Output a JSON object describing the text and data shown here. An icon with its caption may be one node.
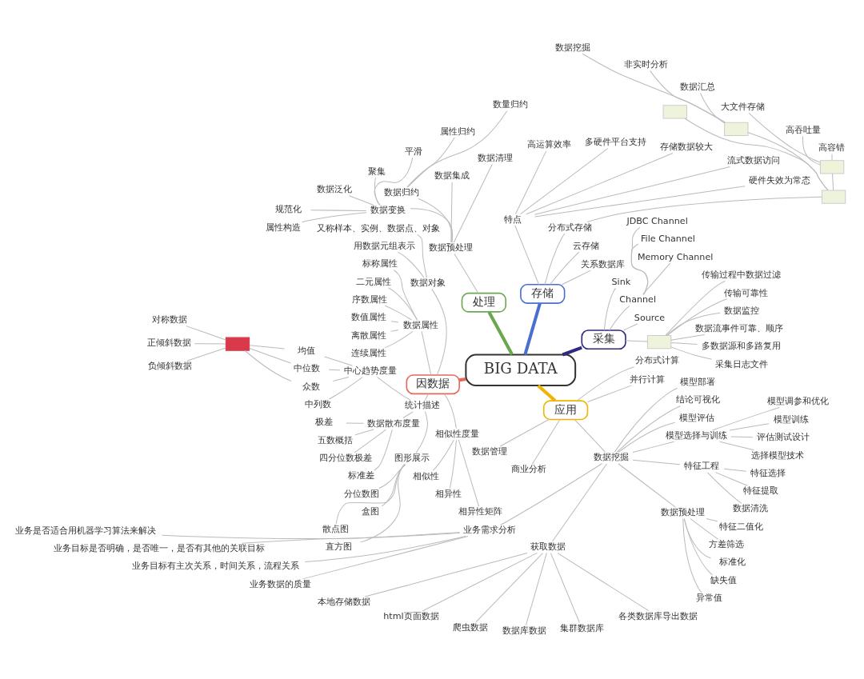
{
  "diagram": {
    "nodes": [
      {
        "text": [
          "BIG DATA"
        ]
      },
      {
        "text": [
          "采集"
        ]
      },
      {
        "text": [],
        "shape": "box"
      },
      {
        "text": [
          "采集日志文件"
        ]
      },
      {
        "text": [
          "多数据源和多路复用"
        ]
      },
      {
        "text": [
          "数据流事件可靠、顺序"
        ]
      },
      {
        "text": [
          "数据监控"
        ]
      },
      {
        "text": [
          "传输可靠性"
        ]
      },
      {
        "text": [
          "传输过程中数据过滤"
        ]
      },
      {
        "text": [
          "Source"
        ]
      },
      {
        "text": [
          "Channel"
        ]
      },
      {
        "text": [
          "Memory Channel"
        ]
      },
      {
        "text": [
          "File Channel"
        ]
      },
      {
        "text": [
          "JDBC Channel"
        ]
      },
      {
        "text": [
          "Sink"
        ]
      },
      {
        "text": [
          "存储"
        ]
      },
      {
        "text": [
          "关系数据库"
        ]
      },
      {
        "text": [
          "云存储"
        ]
      },
      {
        "text": [
          "分布式存储"
        ]
      },
      {
        "text": [],
        "shape": "box"
      },
      {
        "text": [],
        "shape": "box"
      },
      {
        "text": [
          "高容错"
        ]
      },
      {
        "text": [
          "高吞吐量"
        ]
      },
      {
        "text": [
          "大文件存储"
        ]
      },
      {
        "text": [],
        "shape": "box"
      },
      {
        "text": [
          "数据汇总"
        ]
      },
      {
        "text": [
          "非实时分析"
        ]
      },
      {
        "text": [
          "数据挖掘"
        ]
      },
      {
        "text": [],
        "shape": "box"
      },
      {
        "text": [
          "特点"
        ]
      },
      {
        "text": [
          "硬件失效为常态"
        ]
      },
      {
        "text": [
          "流式数据访问"
        ]
      },
      {
        "text": [
          "存储数据较大"
        ]
      },
      {
        "text": [
          "多硬件平台支持"
        ]
      },
      {
        "text": [
          "高运算效率"
        ]
      },
      {
        "text": [
          "处理"
        ]
      },
      {
        "text": [
          "数据预处理"
        ]
      },
      {
        "text": [
          "数据清理"
        ]
      },
      {
        "text": [
          "数据集成"
        ]
      },
      {
        "text": [
          "数据归约"
        ]
      },
      {
        "text": [
          "数量归约"
        ]
      },
      {
        "text": [
          "属性归约"
        ]
      },
      {
        "text": [
          "平滑"
        ]
      },
      {
        "text": [
          "聚集"
        ]
      },
      {
        "text": [
          "数据泛化"
        ]
      },
      {
        "text": [
          "规范化"
        ]
      },
      {
        "text": [
          "属性构造"
        ]
      },
      {
        "text": [
          "数据变换"
        ]
      },
      {
        "text": [
          "因数据"
        ]
      },
      {
        "text": [
          "数据对象"
        ]
      },
      {
        "text": [
          "又称样本、实例、数据点、对象"
        ]
      },
      {
        "text": [
          "用数据元组表示"
        ]
      },
      {
        "text": [
          "数据属性"
        ]
      },
      {
        "text": [
          "标称属性"
        ]
      },
      {
        "text": [
          "二元属性"
        ]
      },
      {
        "text": [
          "序数属性"
        ]
      },
      {
        "text": [
          "数值属性"
        ]
      },
      {
        "text": [
          "离散属性"
        ]
      },
      {
        "text": [
          "连续属性"
        ]
      },
      {
        "text": [
          "统计描述"
        ]
      },
      {
        "text": [
          "中心趋势度量"
        ]
      },
      {
        "text": [
          "均值"
        ]
      },
      {
        "text": [
          "中位数"
        ]
      },
      {
        "text": [
          "众数"
        ]
      },
      {
        "text": [
          "中列数"
        ]
      },
      {
        "text": [
          "数据散布度量"
        ]
      },
      {
        "text": [
          "极差"
        ]
      },
      {
        "text": [
          "五数概括"
        ]
      },
      {
        "text": [
          "四分位数极差"
        ]
      },
      {
        "text": [
          "标准差"
        ]
      },
      {
        "text": [
          "图形展示"
        ]
      },
      {
        "text": [
          "分位数图"
        ]
      },
      {
        "text": [
          "盒图"
        ]
      },
      {
        "text": [
          "散点图"
        ]
      },
      {
        "text": [
          "直方图"
        ]
      },
      {
        "text": [],
        "shape": "box"
      },
      {
        "text": [
          "对称数据"
        ]
      },
      {
        "text": [
          "正倾斜数据"
        ]
      },
      {
        "text": [
          "负倾斜数据"
        ]
      },
      {
        "text": [
          "相似性度量"
        ]
      },
      {
        "text": [
          "相似性"
        ]
      },
      {
        "text": [
          "相异性"
        ]
      },
      {
        "text": [
          "相异性矩阵"
        ]
      },
      {
        "text": [
          "应用"
        ]
      },
      {
        "text": [
          "数据管理"
        ]
      },
      {
        "text": [
          "商业分析"
        ]
      },
      {
        "text": [
          "数据挖掘"
        ]
      },
      {
        "text": [
          "业务需求分析"
        ]
      },
      {
        "text": [
          "业务是否适合用机器学习算法来解决"
        ]
      },
      {
        "text": [
          "业务目标是否明确，是否唯一，是否有其他的关联目标"
        ]
      },
      {
        "text": [
          "业务目标有主次关系，时间关系，流程关系"
        ]
      },
      {
        "text": [
          "业务数据的质量"
        ]
      },
      {
        "text": [
          "获取数据"
        ]
      },
      {
        "text": [
          "本地存储数据"
        ]
      },
      {
        "text": [
          "html页面数据"
        ]
      },
      {
        "text": [
          "爬虫数据"
        ]
      },
      {
        "text": [
          "数据库数据"
        ]
      },
      {
        "text": [
          "集群数据库"
        ]
      },
      {
        "text": [
          "各类数据库导出数据"
        ]
      },
      {
        "text": [
          "数据预处理"
        ]
      },
      {
        "text": [
          "异常值"
        ]
      },
      {
        "text": [
          "缺失值"
        ]
      },
      {
        "text": [
          "标准化"
        ]
      },
      {
        "text": [
          "方差筛选"
        ]
      },
      {
        "text": [
          "特征二值化"
        ]
      },
      {
        "text": [
          "特征工程"
        ]
      },
      {
        "text": [
          "数据清洗"
        ]
      },
      {
        "text": [
          "特征提取"
        ]
      },
      {
        "text": [
          "特征选择"
        ]
      },
      {
        "text": [
          "模型选择与训练"
        ]
      },
      {
        "text": [
          "选择模型技术"
        ]
      },
      {
        "text": [
          "评估测试设计"
        ]
      },
      {
        "text": [
          "模型训练"
        ]
      },
      {
        "text": [
          "模型调参和优化"
        ]
      },
      {
        "text": [
          "模型评估"
        ]
      },
      {
        "text": [
          "结论可视化"
        ]
      },
      {
        "text": [
          "模型部署"
        ]
      },
      {
        "text": [
          "并行计算"
        ]
      },
      {
        "text": [
          "分布式计算"
        ]
      }
    ],
    "edges": [
      {
        "from": 0,
        "to": 1,
        "arrow": "none",
        "style": "thick",
        "color": "#2e2a7e"
      },
      {
        "from": 0,
        "to": 15,
        "arrow": "none",
        "style": "thick",
        "color": "#4a6fd0"
      },
      {
        "from": 0,
        "to": 35,
        "arrow": "none",
        "style": "thick",
        "color": "#6aa84f"
      },
      {
        "from": 0,
        "to": 48,
        "arrow": "none",
        "style": "thick",
        "color": "#e8675a"
      },
      {
        "from": 0,
        "to": 83,
        "arrow": "none",
        "style": "thick",
        "color": "#f0b400"
      },
      {
        "from": 1,
        "to": 2,
        "arrow": "none"
      },
      {
        "from": 2,
        "to": 3,
        "arrow": "none"
      },
      {
        "from": 2,
        "to": 4,
        "arrow": "none"
      },
      {
        "from": 2,
        "to": 5,
        "arrow": "none"
      },
      {
        "from": 2,
        "to": 6,
        "arrow": "none"
      },
      {
        "from": 2,
        "to": 7,
        "arrow": "none"
      },
      {
        "from": 2,
        "to": 8,
        "arrow": "none"
      },
      {
        "from": 1,
        "to": 9,
        "arrow": "none"
      },
      {
        "from": 1,
        "to": 10,
        "arrow": "none"
      },
      {
        "from": 10,
        "to": 11,
        "arrow": "none"
      },
      {
        "from": 10,
        "to": 12,
        "arrow": "none"
      },
      {
        "from": 10,
        "to": 13,
        "arrow": "none"
      },
      {
        "from": 1,
        "to": 14,
        "arrow": "none"
      },
      {
        "from": 15,
        "to": 16,
        "arrow": "none"
      },
      {
        "from": 15,
        "to": 17,
        "arrow": "none"
      },
      {
        "from": 15,
        "to": 18,
        "arrow": "none"
      },
      {
        "from": 18,
        "to": 19,
        "arrow": "none"
      },
      {
        "from": 19,
        "to": 20,
        "arrow": "none"
      },
      {
        "from": 20,
        "to": 21,
        "arrow": "none"
      },
      {
        "from": 20,
        "to": 22,
        "arrow": "none"
      },
      {
        "from": 20,
        "to": 23,
        "arrow": "none"
      },
      {
        "from": 19,
        "to": 24,
        "arrow": "none"
      },
      {
        "from": 24,
        "to": 25,
        "arrow": "none"
      },
      {
        "from": 24,
        "to": 26,
        "arrow": "none"
      },
      {
        "from": 24,
        "to": 27,
        "arrow": "none"
      },
      {
        "from": 19,
        "to": 28,
        "arrow": "none"
      },
      {
        "from": 15,
        "to": 29,
        "arrow": "none"
      },
      {
        "from": 29,
        "to": 30,
        "arrow": "none"
      },
      {
        "from": 29,
        "to": 31,
        "arrow": "none"
      },
      {
        "from": 29,
        "to": 32,
        "arrow": "none"
      },
      {
        "from": 29,
        "to": 33,
        "arrow": "none"
      },
      {
        "from": 29,
        "to": 34,
        "arrow": "none"
      },
      {
        "from": 35,
        "to": 36,
        "arrow": "none"
      },
      {
        "from": 36,
        "to": 37,
        "arrow": "none"
      },
      {
        "from": 36,
        "to": 38,
        "arrow": "none"
      },
      {
        "from": 36,
        "to": 39,
        "arrow": "none"
      },
      {
        "from": 39,
        "to": 40,
        "arrow": "none"
      },
      {
        "from": 39,
        "to": 41,
        "arrow": "none"
      },
      {
        "from": 36,
        "to": 47,
        "arrow": "none"
      },
      {
        "from": 47,
        "to": 42,
        "arrow": "none"
      },
      {
        "from": 47,
        "to": 43,
        "arrow": "none"
      },
      {
        "from": 47,
        "to": 44,
        "arrow": "none"
      },
      {
        "from": 47,
        "to": 45,
        "arrow": "none"
      },
      {
        "from": 47,
        "to": 46,
        "arrow": "none"
      },
      {
        "from": 48,
        "to": 49,
        "arrow": "none"
      },
      {
        "from": 49,
        "to": 50,
        "arrow": "none"
      },
      {
        "from": 49,
        "to": 51,
        "arrow": "none"
      },
      {
        "from": 48,
        "to": 52,
        "arrow": "none"
      },
      {
        "from": 52,
        "to": 53,
        "arrow": "none"
      },
      {
        "from": 52,
        "to": 54,
        "arrow": "none"
      },
      {
        "from": 52,
        "to": 55,
        "arrow": "none"
      },
      {
        "from": 52,
        "to": 56,
        "arrow": "none"
      },
      {
        "from": 52,
        "to": 57,
        "arrow": "none"
      },
      {
        "from": 52,
        "to": 58,
        "arrow": "none"
      },
      {
        "from": 48,
        "to": 59,
        "arrow": "none"
      },
      {
        "from": 59,
        "to": 60,
        "arrow": "none"
      },
      {
        "from": 60,
        "to": 61,
        "arrow": "none"
      },
      {
        "from": 60,
        "to": 62,
        "arrow": "none"
      },
      {
        "from": 60,
        "to": 63,
        "arrow": "none"
      },
      {
        "from": 60,
        "to": 64,
        "arrow": "none"
      },
      {
        "from": 59,
        "to": 65,
        "arrow": "none"
      },
      {
        "from": 65,
        "to": 66,
        "arrow": "none"
      },
      {
        "from": 65,
        "to": 67,
        "arrow": "none"
      },
      {
        "from": 65,
        "to": 68,
        "arrow": "none"
      },
      {
        "from": 65,
        "to": 69,
        "arrow": "none"
      },
      {
        "from": 59,
        "to": 70,
        "arrow": "none"
      },
      {
        "from": 70,
        "to": 71,
        "arrow": "none"
      },
      {
        "from": 70,
        "to": 72,
        "arrow": "none"
      },
      {
        "from": 70,
        "to": 73,
        "arrow": "none"
      },
      {
        "from": 70,
        "to": 74,
        "arrow": "none"
      },
      {
        "from": 61,
        "to": 75,
        "arrow": "none"
      },
      {
        "from": 62,
        "to": 75,
        "arrow": "none"
      },
      {
        "from": 63,
        "to": 75,
        "arrow": "none"
      },
      {
        "from": 75,
        "to": 76,
        "arrow": "none"
      },
      {
        "from": 75,
        "to": 77,
        "arrow": "none"
      },
      {
        "from": 75,
        "to": 78,
        "arrow": "none"
      },
      {
        "from": 48,
        "to": 79,
        "arrow": "none"
      },
      {
        "from": 79,
        "to": 80,
        "arrow": "none"
      },
      {
        "from": 79,
        "to": 81,
        "arrow": "none"
      },
      {
        "from": 79,
        "to": 82,
        "arrow": "none"
      },
      {
        "from": 83,
        "to": 84,
        "arrow": "none"
      },
      {
        "from": 83,
        "to": 85,
        "arrow": "none"
      },
      {
        "from": 83,
        "to": 86,
        "arrow": "none"
      },
      {
        "from": 86,
        "to": 87,
        "arrow": "none"
      },
      {
        "from": 87,
        "to": 88,
        "arrow": "none"
      },
      {
        "from": 87,
        "to": 89,
        "arrow": "none"
      },
      {
        "from": 87,
        "to": 90,
        "arrow": "none"
      },
      {
        "from": 87,
        "to": 91,
        "arrow": "none"
      },
      {
        "from": 86,
        "to": 92,
        "arrow": "none"
      },
      {
        "from": 92,
        "to": 93,
        "arrow": "none"
      },
      {
        "from": 92,
        "to": 94,
        "arrow": "none"
      },
      {
        "from": 92,
        "to": 95,
        "arrow": "none"
      },
      {
        "from": 92,
        "to": 96,
        "arrow": "none"
      },
      {
        "from": 92,
        "to": 97,
        "arrow": "none"
      },
      {
        "from": 92,
        "to": 98,
        "arrow": "none"
      },
      {
        "from": 86,
        "to": 99,
        "arrow": "none"
      },
      {
        "from": 99,
        "to": 100,
        "arrow": "none"
      },
      {
        "from": 99,
        "to": 101,
        "arrow": "none"
      },
      {
        "from": 99,
        "to": 102,
        "arrow": "none"
      },
      {
        "from": 99,
        "to": 103,
        "arrow": "none"
      },
      {
        "from": 99,
        "to": 104,
        "arrow": "none"
      },
      {
        "from": 86,
        "to": 105,
        "arrow": "none"
      },
      {
        "from": 105,
        "to": 106,
        "arrow": "none"
      },
      {
        "from": 105,
        "to": 107,
        "arrow": "none"
      },
      {
        "from": 105,
        "to": 108,
        "arrow": "none"
      },
      {
        "from": 86,
        "to": 109,
        "arrow": "none"
      },
      {
        "from": 109,
        "to": 110,
        "arrow": "none"
      },
      {
        "from": 109,
        "to": 111,
        "arrow": "none"
      },
      {
        "from": 109,
        "to": 112,
        "arrow": "none"
      },
      {
        "from": 109,
        "to": 113,
        "arrow": "none"
      },
      {
        "from": 86,
        "to": 114,
        "arrow": "none"
      },
      {
        "from": 86,
        "to": 115,
        "arrow": "none"
      },
      {
        "from": 86,
        "to": 116,
        "arrow": "none"
      },
      {
        "from": 83,
        "to": 117,
        "arrow": "none"
      },
      {
        "from": 83,
        "to": 118,
        "arrow": "none"
      }
    ]
  }
}
